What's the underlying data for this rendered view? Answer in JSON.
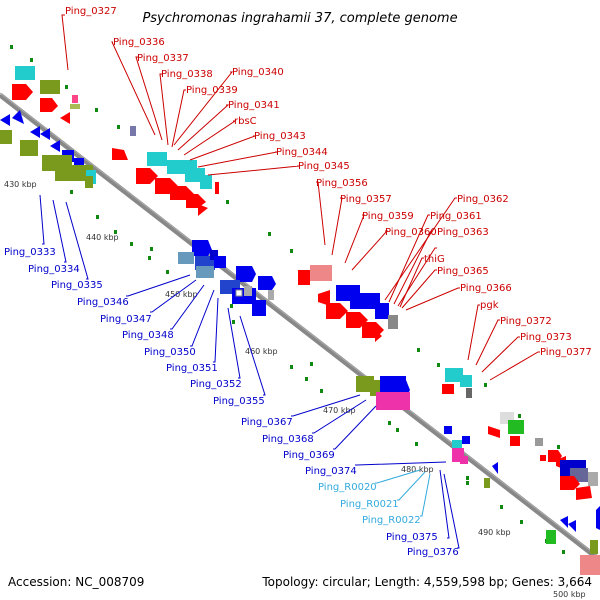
{
  "title": "Psychromonas ingrahamii 37, complete genome",
  "accession": "Accession: NC_008709",
  "stats": "Topology: circular; Length: 4,559,598 bp; Genes: 3,664",
  "colors": {
    "red_label": "#cc0000",
    "blue_label": "#0000cc",
    "cyan_label": "#33aadd",
    "backbone": "#888888",
    "cds_red": "#ff0000",
    "cds_blue": "#0000ee",
    "cds_cyan": "#22cccc",
    "cds_green": "#77aa22",
    "tick": "#118811"
  },
  "ticks": [
    {
      "label": "430 kbp"
    },
    {
      "label": "440 kbp"
    },
    {
      "label": "450 kbp"
    },
    {
      "label": "460 kbp"
    },
    {
      "label": "470 kbp"
    },
    {
      "label": "480 kbp"
    },
    {
      "label": "490 kbp"
    },
    {
      "label": "500 kbp"
    }
  ],
  "labels_top": [
    "Ping_0327",
    "Ping_0336",
    "Ping_0337",
    "Ping_0338",
    "Ping_0340",
    "Ping_0339",
    "Ping_0341",
    "rbsC",
    "Ping_0343",
    "Ping_0344",
    "Ping_0345",
    "Ping_0356",
    "Ping_0357",
    "Ping_0362",
    "Ping_0359",
    "Ping_0361",
    "Ping_0360",
    "Ping_0363",
    "thiG",
    "Ping_0365",
    "Ping_0366",
    "pgk",
    "Ping_0372",
    "Ping_0373",
    "Ping_0377"
  ],
  "labels_bottom": [
    "Ping_0333",
    "Ping_0334",
    "Ping_0335",
    "Ping_0346",
    "Ping_0347",
    "Ping_0348",
    "Ping_0350",
    "Ping_0351",
    "Ping_0352",
    "Ping_0355",
    "Ping_0367",
    "Ping_0368",
    "Ping_0369",
    "Ping_0374",
    "Ping_R0020",
    "Ping_R0021",
    "Ping_R0022",
    "Ping_0375",
    "Ping_0376"
  ]
}
